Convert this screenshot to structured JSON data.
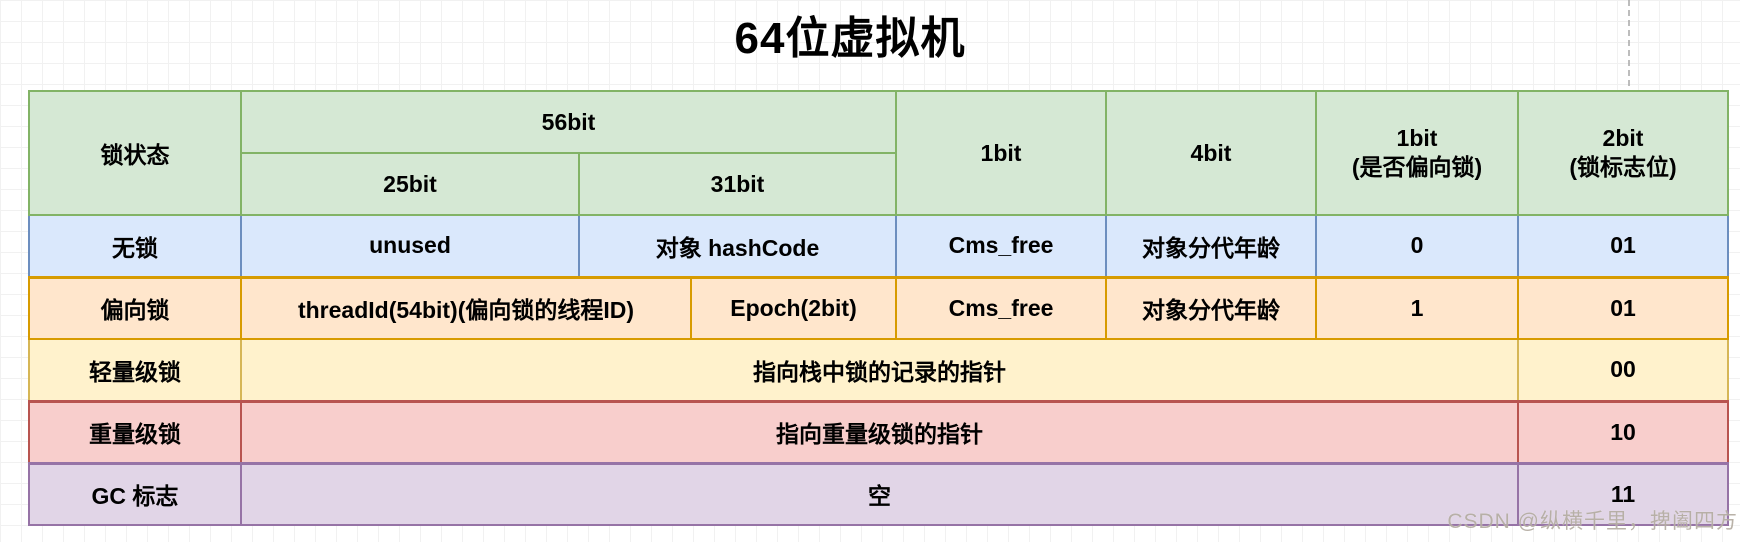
{
  "title": "64位虚拟机",
  "watermark": "CSDN @纵横千里，捭阖四方",
  "colors": {
    "header_fill": "#d5e8d4",
    "header_stroke": "#82b366",
    "no_lock_fill": "#dae8fc",
    "no_lock_stroke": "#6c8ebf",
    "biased_fill": "#ffe6cc",
    "biased_stroke": "#d79b00",
    "lightweight_fill": "#fff2cc",
    "lightweight_stroke": "#d6b656",
    "heavyweight_fill": "#f8cecc",
    "heavyweight_stroke": "#b85450",
    "gc_fill": "#e1d5e7",
    "gc_stroke": "#9673a6"
  },
  "table": {
    "header": {
      "lock_state": "锁状态",
      "bits56": "56bit",
      "bits25": "25bit",
      "bits31": "31bit",
      "bits1": "1bit",
      "bits4": "4bit",
      "bits1_biased_l1": "1bit",
      "bits1_biased_l2": "(是否偏向锁)",
      "bits2_flag_l1": "2bit",
      "bits2_flag_l2": "(锁标志位)"
    },
    "rows": {
      "no_lock": {
        "state": "无锁",
        "unused": "unused",
        "hashcode": "对象 hashCode",
        "cms": "Cms_free",
        "age": "对象分代年龄",
        "biased": "0",
        "flag": "01"
      },
      "biased_lock": {
        "state": "偏向锁",
        "thread": "threadId(54bit)(偏向锁的线程ID)",
        "epoch": "Epoch(2bit)",
        "cms": "Cms_free",
        "age": "对象分代年龄",
        "biased": "1",
        "flag": "01"
      },
      "lightweight_lock": {
        "state": "轻量级锁",
        "pointer": "指向栈中锁的记录的指针",
        "flag": "00"
      },
      "heavyweight_lock": {
        "state": "重量级锁",
        "pointer": "指向重量级锁的指针",
        "flag": "10"
      },
      "gc_mark": {
        "state": "GC 标志",
        "pointer": "空",
        "flag": "11"
      }
    }
  }
}
